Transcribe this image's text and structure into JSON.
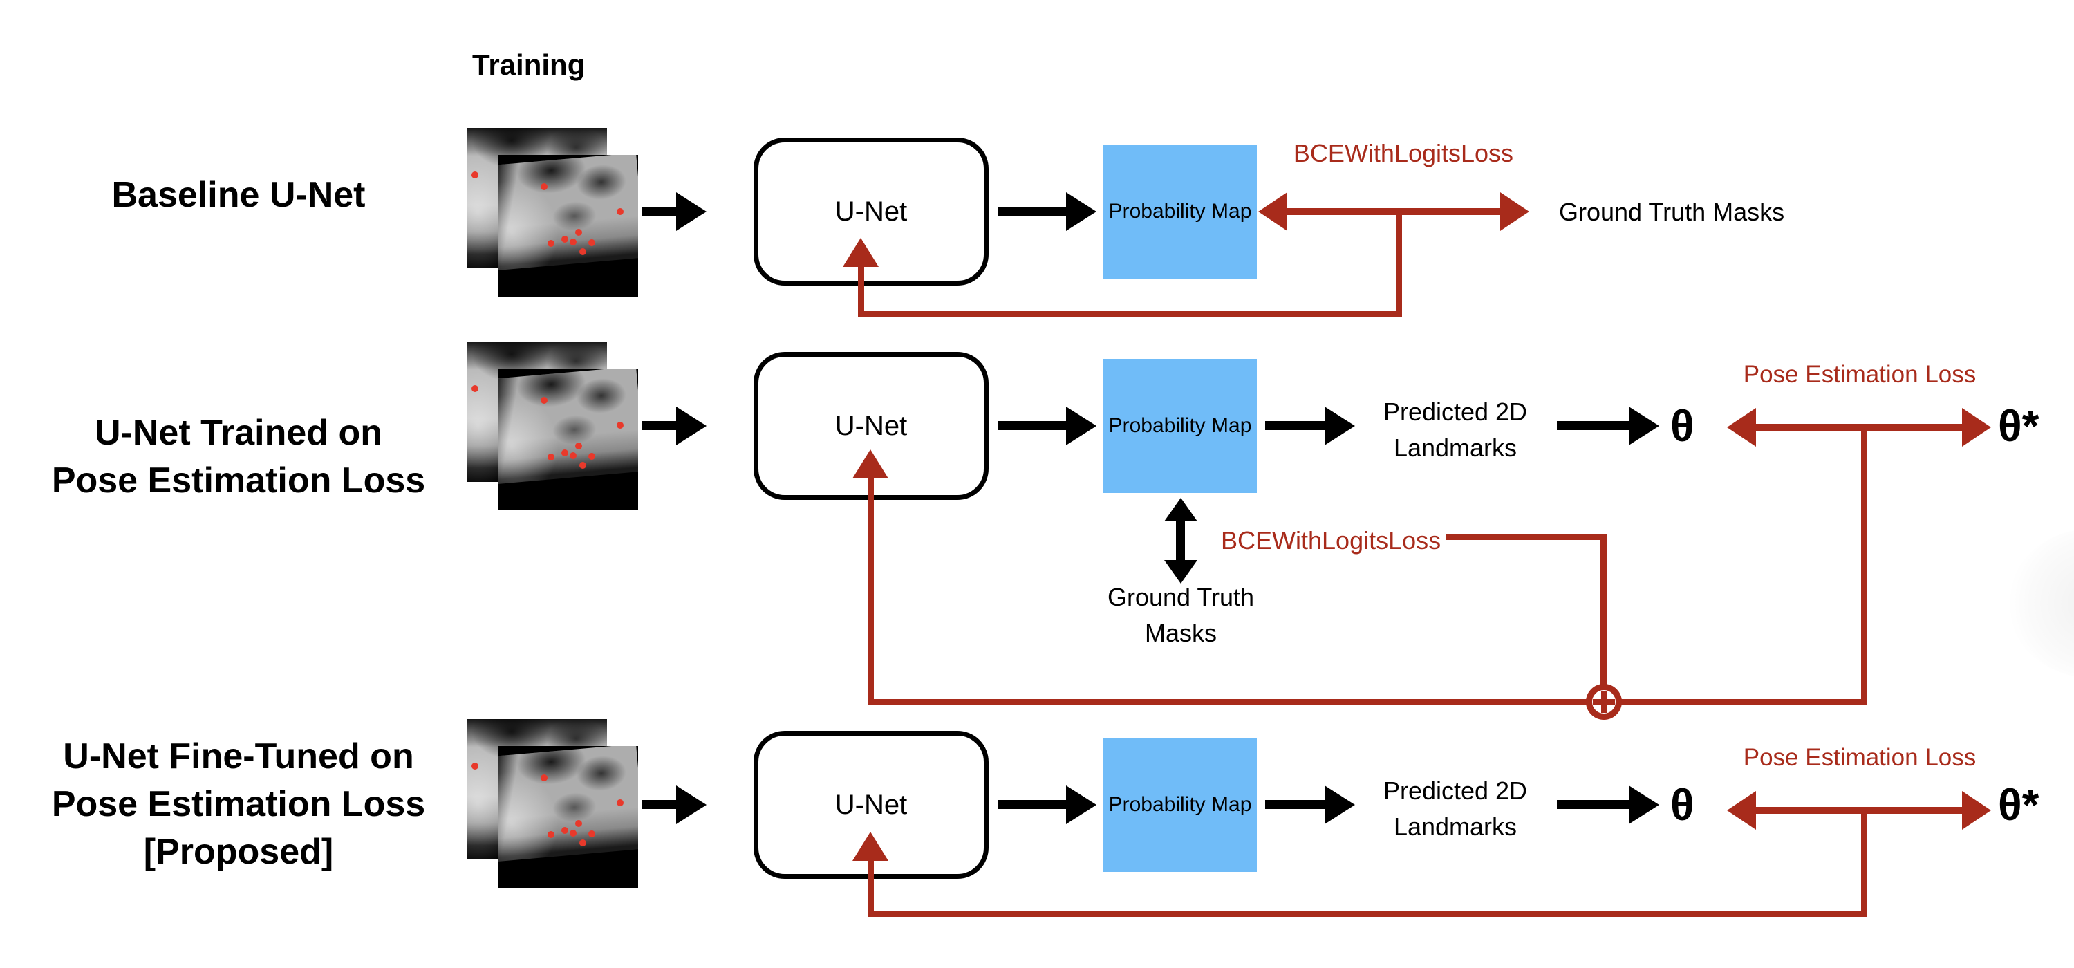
{
  "header": {
    "training_label": "Training"
  },
  "colors": {
    "loss_red": "#A82B1B",
    "map_blue": "#70BCF8",
    "landmark_dot_red": "#E8392B",
    "arrow_black": "#000000"
  },
  "rows": [
    {
      "label_line1": "Baseline U-Net",
      "unet": "U-Net",
      "prob_map": "Probability Map",
      "bce_loss": "BCEWithLogitsLoss",
      "ground_truth": "Ground Truth Masks"
    },
    {
      "label_line1": "U-Net Trained on",
      "label_line2": "Pose Estimation Loss",
      "unet": "U-Net",
      "prob_map": "Probability Map",
      "pred_line1": "Predicted 2D",
      "pred_line2": "Landmarks",
      "theta": "θ",
      "theta_star": "θ*",
      "pose_loss": "Pose Estimation Loss",
      "bce_loss": "BCEWithLogitsLoss",
      "gt_line1": "Ground Truth",
      "gt_line2": "Masks"
    },
    {
      "label_line1": "U-Net Fine-Tuned on",
      "label_line2": "Pose Estimation Loss",
      "label_line3": "[Proposed]",
      "unet": "U-Net",
      "prob_map": "Probability Map",
      "pred_line1": "Predicted 2D",
      "pred_line2": "Landmarks",
      "theta": "θ",
      "theta_star": "θ*",
      "pose_loss": "Pose Estimation Loss"
    }
  ]
}
